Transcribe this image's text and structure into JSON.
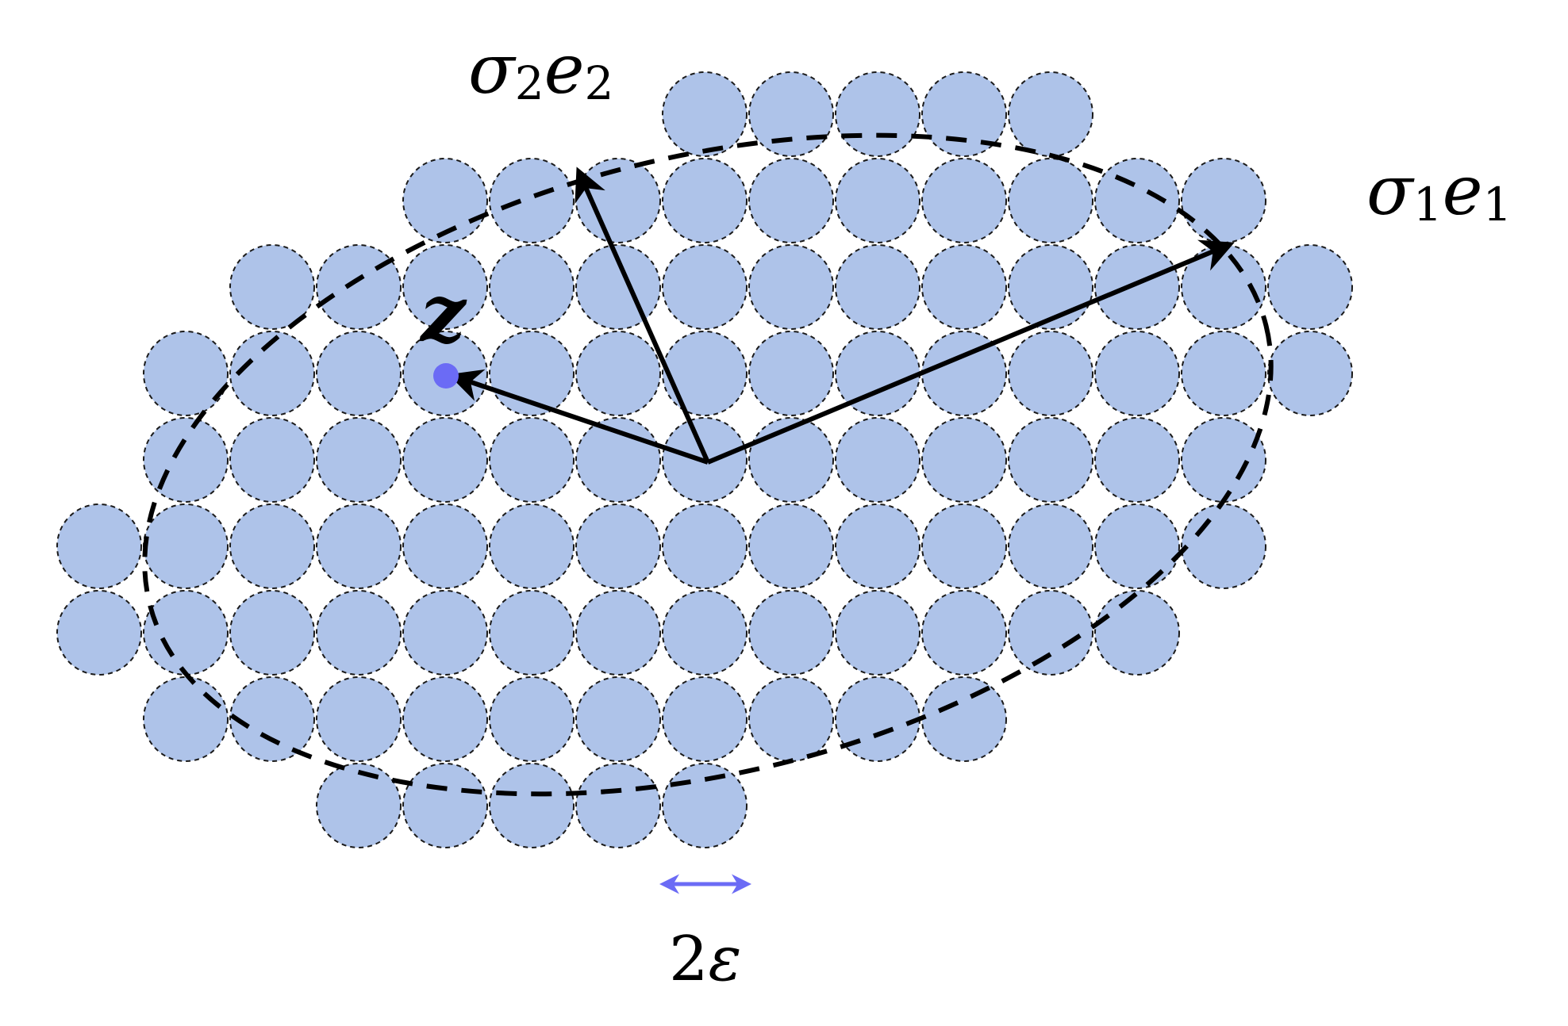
{
  "labels": {
    "sigma2": {
      "base": "σ",
      "sub1": "2",
      "vec": "e",
      "sub2": "2"
    },
    "sigma1": {
      "base": "σ",
      "sub1": "1",
      "vec": "e",
      "sub2": "1"
    },
    "point": "z",
    "epsilon": {
      "num": "2",
      "sym": "ε"
    }
  },
  "colors": {
    "ball_fill": "#aec3e9",
    "ball_stroke": "#1a1a1a",
    "point": "#6b6bf5",
    "epsilon_arrow": "#6b6bf5",
    "ink": "#000000"
  },
  "grid_rows": [
    {
      "row": -4,
      "cols": [
        0,
        1,
        2,
        3,
        4
      ]
    },
    {
      "row": -3,
      "cols": [
        -3,
        -2,
        -1,
        0,
        1,
        2,
        3,
        4,
        5,
        6
      ]
    },
    {
      "row": -2,
      "cols": [
        -5,
        -4,
        -3,
        -2,
        -1,
        0,
        1,
        2,
        3,
        4,
        5,
        6,
        7
      ]
    },
    {
      "row": -1,
      "cols": [
        -6,
        -5,
        -4,
        -3,
        -2,
        -1,
        0,
        1,
        2,
        3,
        4,
        5,
        6,
        7
      ]
    },
    {
      "row": 0,
      "cols": [
        -6,
        -5,
        -4,
        -3,
        -2,
        -1,
        0,
        1,
        2,
        3,
        4,
        5,
        6
      ]
    },
    {
      "row": 1,
      "cols": [
        -7,
        -6,
        -5,
        -4,
        -3,
        -2,
        -1,
        0,
        1,
        2,
        3,
        4,
        5,
        6
      ]
    },
    {
      "row": 2,
      "cols": [
        -7,
        -6,
        -5,
        -4,
        -3,
        -2,
        -1,
        0,
        1,
        2,
        3,
        4,
        5
      ]
    },
    {
      "row": 3,
      "cols": [
        -6,
        -5,
        -4,
        -3,
        -2,
        -1,
        0,
        1,
        2,
        3
      ]
    },
    {
      "row": 4,
      "cols": [
        -4,
        -3,
        -2,
        -1,
        0
      ]
    }
  ]
}
